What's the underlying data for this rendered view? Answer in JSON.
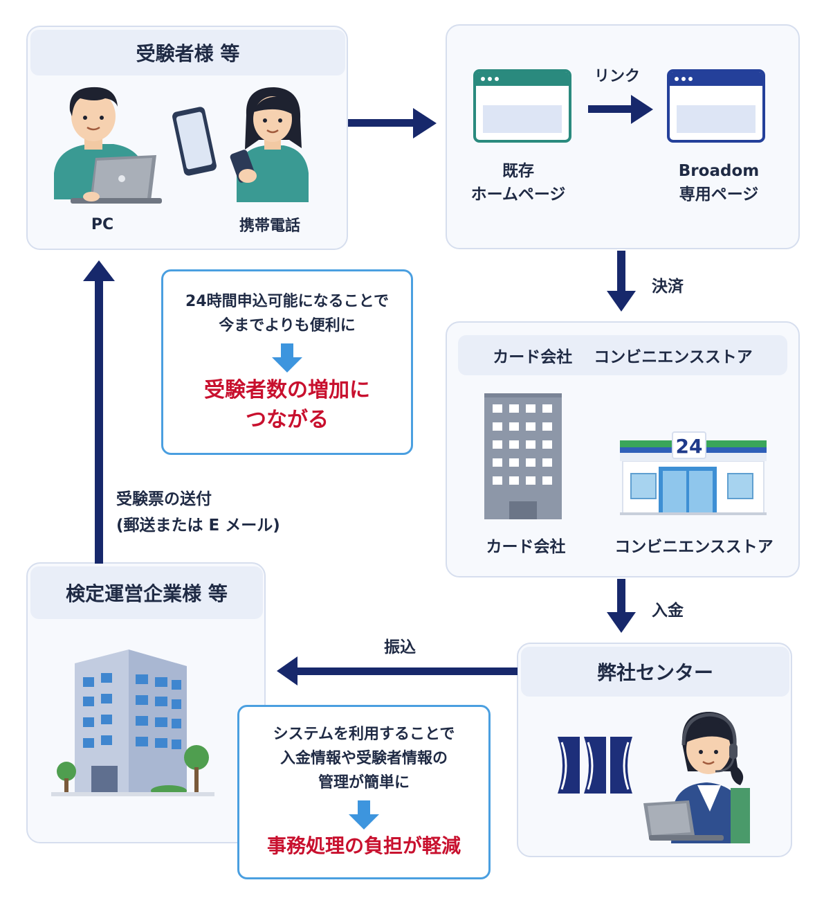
{
  "examinee": {
    "title": "受験者様 等",
    "pc_label": "PC",
    "mobile_label": "携帯電話"
  },
  "web": {
    "link_label": "リンク",
    "existing_line1": "既存",
    "existing_line2": "ホームページ",
    "broadom_line1": "Broadom",
    "broadom_line2": "専用ページ"
  },
  "payment_label": "決済",
  "payment_panel": {
    "header": "カード会社　 コンビニエンスストア",
    "card_label": "カード会社",
    "store_label": "コンビニエンスストア",
    "store_sign": "24"
  },
  "deposit_label": "入金",
  "center": {
    "title": "弊社センター"
  },
  "transfer_label": "振込",
  "operator": {
    "title": "検定運営企業様 等"
  },
  "ticket": {
    "line1": "受験票の送付",
    "line2": "(郵送または E メール)"
  },
  "note_top": {
    "line1": "24時間申込可能になることで",
    "line2": "今までよりも便利に",
    "result1": "受験者数の増加に",
    "result2": "つながる"
  },
  "note_bottom": {
    "line1": "システムを利用することで",
    "line2": "入金情報や受験者情報の",
    "line3": "管理が簡単に",
    "result": "事務処理の負担が軽減"
  },
  "colors": {
    "arrow": "#17286b",
    "note_border": "#4a9fe0",
    "note_arrow": "#3d95de",
    "highlight": "#c8102e",
    "panel_bg": "#f7f9fd",
    "panel_border": "#d6deee"
  }
}
